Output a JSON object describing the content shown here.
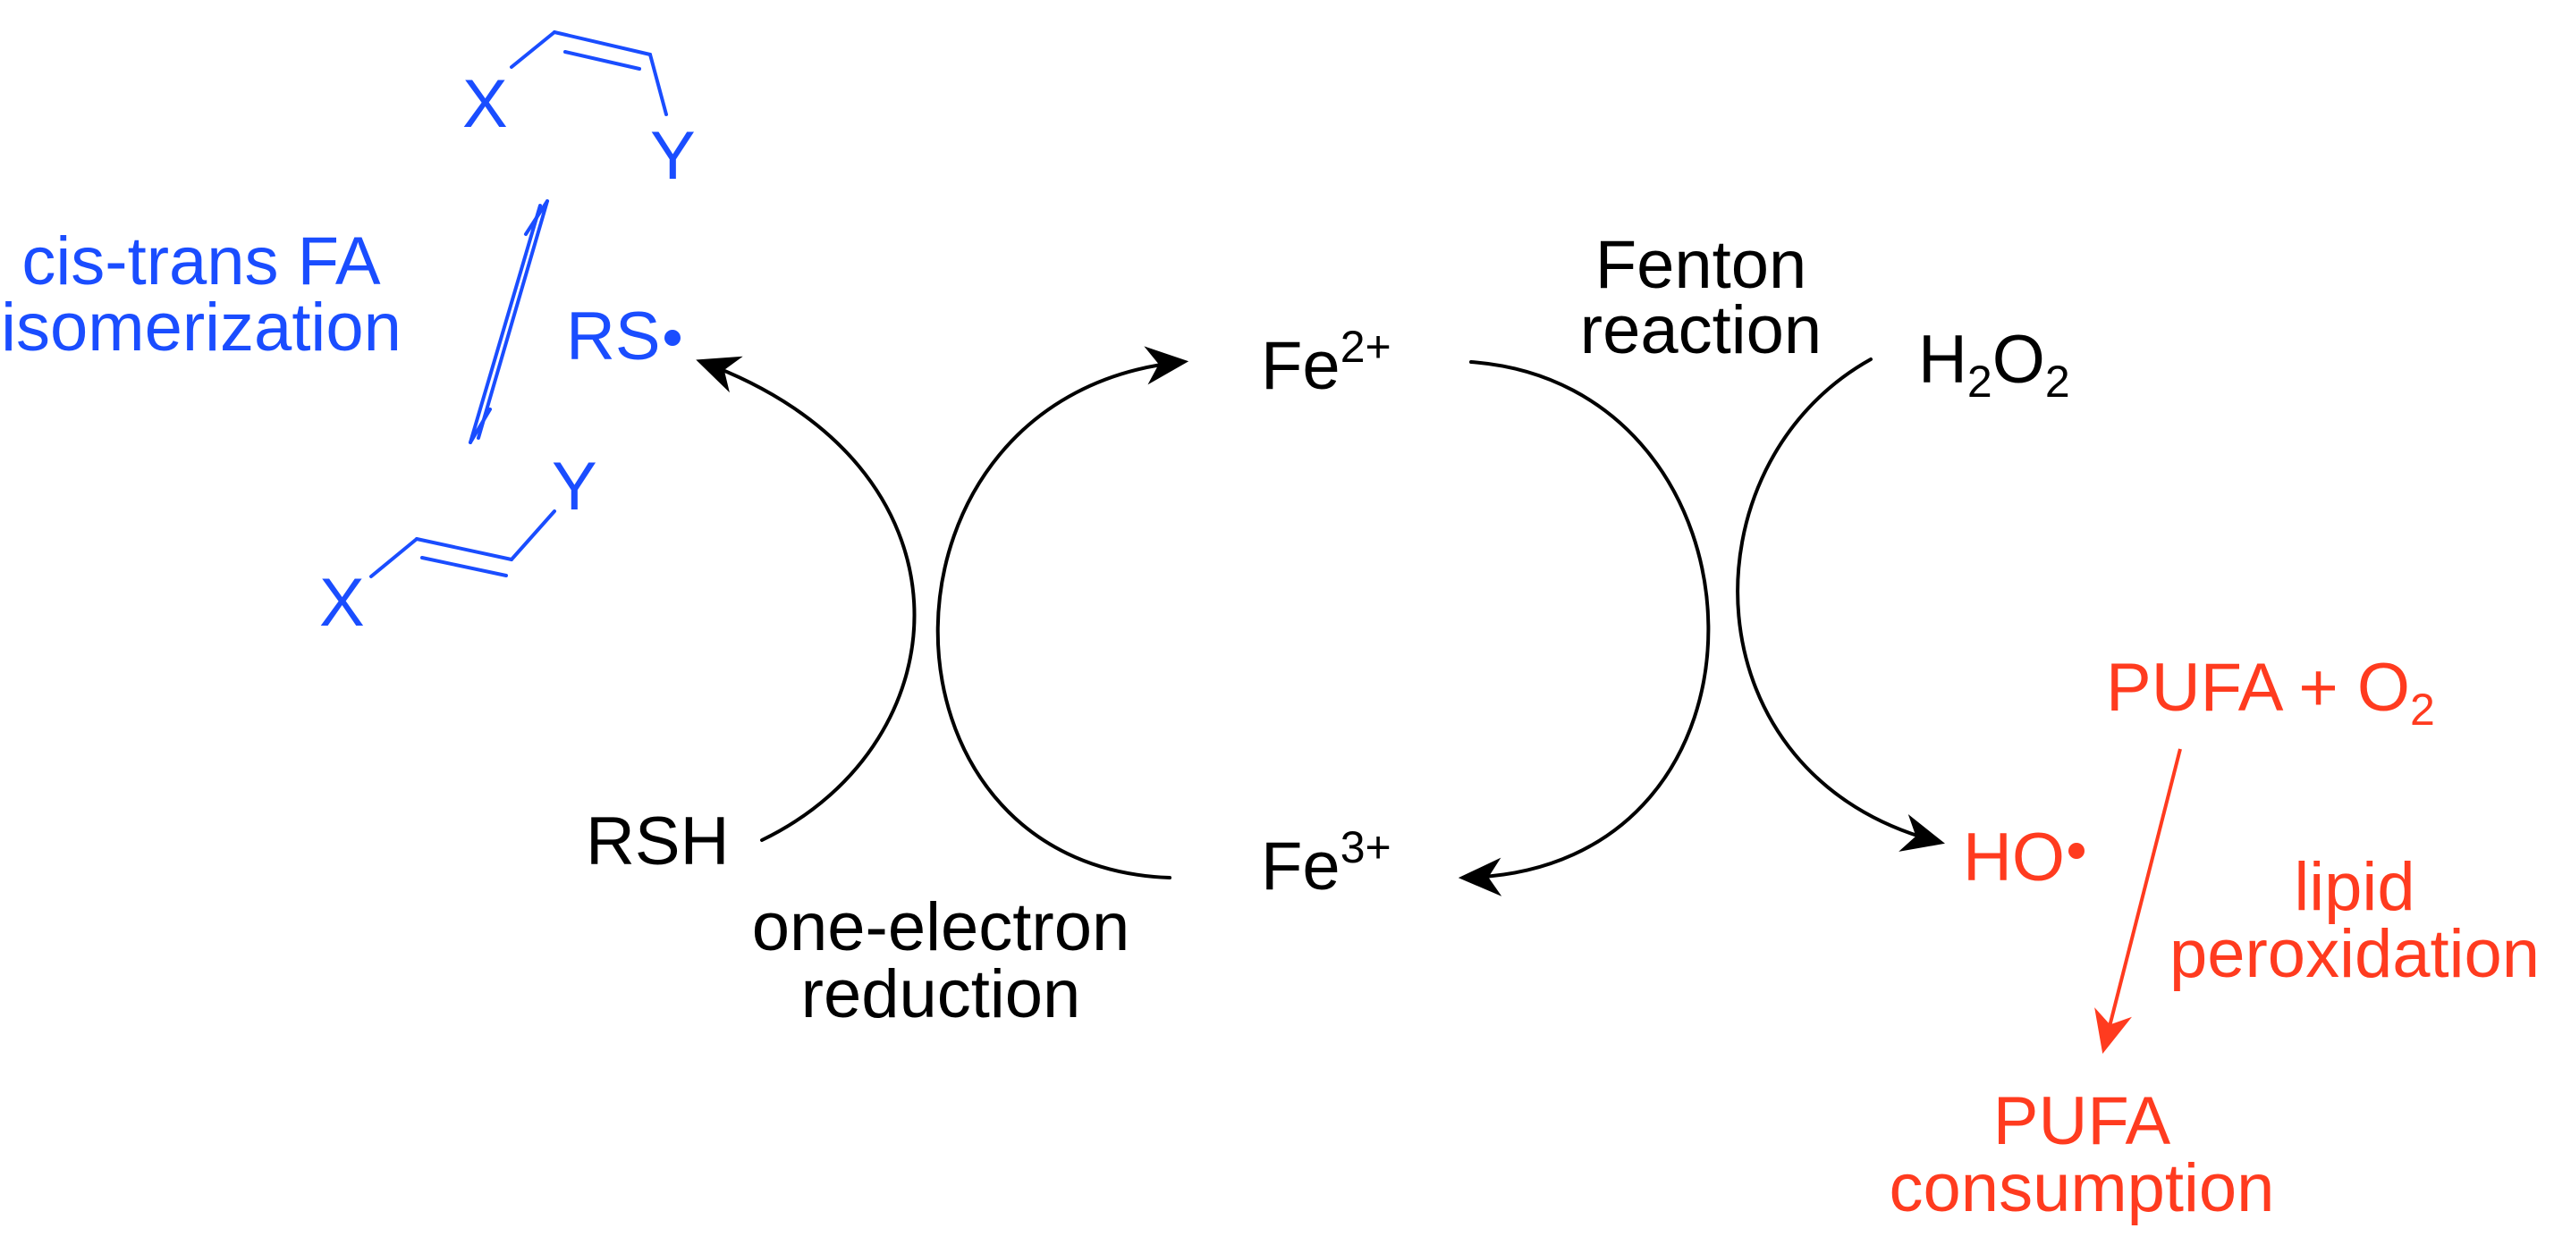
{
  "colors": {
    "black": "#000000",
    "blue": "#1a4dff",
    "red": "#ff3b1f"
  },
  "labels": {
    "fe2_base": "Fe",
    "fe2_sup": "2+",
    "fe3_base": "Fe",
    "fe3_sup": "3+",
    "h2o2_h": "H",
    "h2o2_sub1": "2",
    "h2o2_o": "O",
    "h2o2_sub2": "2",
    "rs_radical": "RS",
    "rsh": "RSH",
    "ho_radical": "HO",
    "pufa_o2": "PUFA + O",
    "pufa_o2_sub": "2",
    "fenton_line1": "Fenton",
    "fenton_line2": "reaction",
    "one_electron_line1": "one-electron",
    "one_electron_line2": "reduction",
    "cis_trans_line1": "cis-trans FA",
    "cis_trans_line2": "isomerization",
    "lipid_line1": "lipid",
    "lipid_line2": "peroxidation",
    "pufa_cons_line1": "PUFA",
    "pufa_cons_line2": "consumption",
    "cis_x": "X",
    "cis_y": "Y",
    "trans_x": "X",
    "trans_y": "Y"
  }
}
